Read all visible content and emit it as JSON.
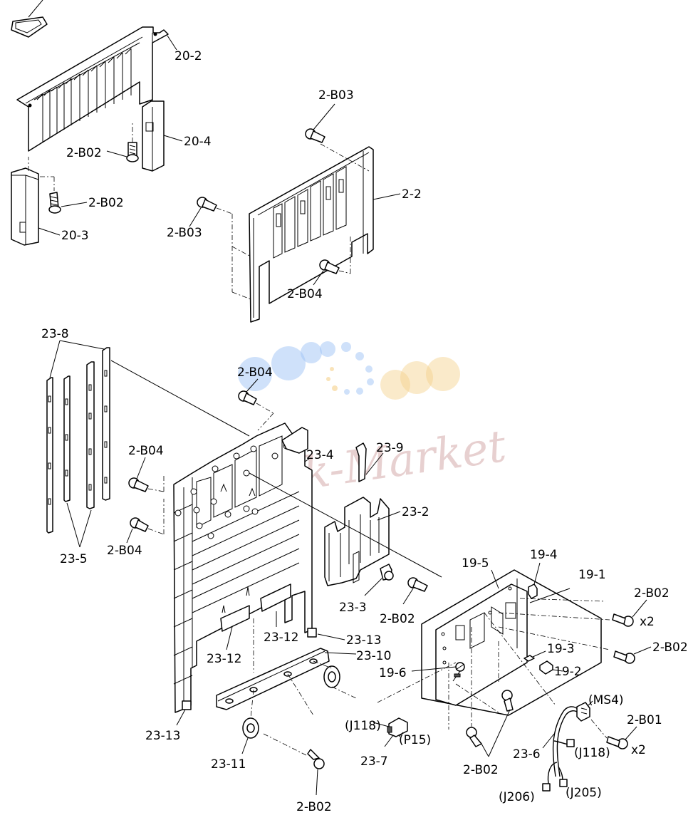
{
  "labels": {
    "l20_2": "20-2",
    "l20_4": "20-4",
    "l20_3": "20-3",
    "lB02_a": "2-B02",
    "lB02_b": "2-B02",
    "lB03_a": "2-B03",
    "lB03_b": "2-B03",
    "l2_2": "2-2",
    "lB04_a": "2-B04",
    "l23_8": "23-8",
    "l23_5": "23-5",
    "lB04_b": "2-B04",
    "lB04_c": "2-B04",
    "lB04_d": "2-B04",
    "l23_4": "23-4",
    "l23_9": "23-9",
    "l23_2": "23-2",
    "l23_3": "23-3",
    "lB02_c": "2-B02",
    "l23_12a": "23-12",
    "l23_12b": "23-12",
    "l23_13a": "23-13",
    "l23_13b": "23-13",
    "l23_10": "23-10",
    "l23_11": "23-11",
    "lB02_d": "2-B02",
    "l19_5": "19-5",
    "l19_4": "19-4",
    "l19_1": "19-1",
    "lB02_e": "2-B02",
    "x2_a": "x2",
    "lB02_f": "2-B02",
    "l19_3": "19-3",
    "l19_6": "19-6",
    "l19_2": "19-2",
    "lMS4": "(MS4)",
    "lB01": "2-B01",
    "x2_b": "x2",
    "lJ118a": "(J118)",
    "lP15": "(P15)",
    "l23_7": "23-7",
    "lB02_g": "2-B02",
    "l23_6": "23-6",
    "lJ118b": "(J118)",
    "lJ206": "(J206)",
    "lJ205": "(J205)"
  },
  "watermark": {
    "text": "Ink-Market",
    "colors": [
      "#8fb6f0",
      "#f5d08a"
    ]
  }
}
